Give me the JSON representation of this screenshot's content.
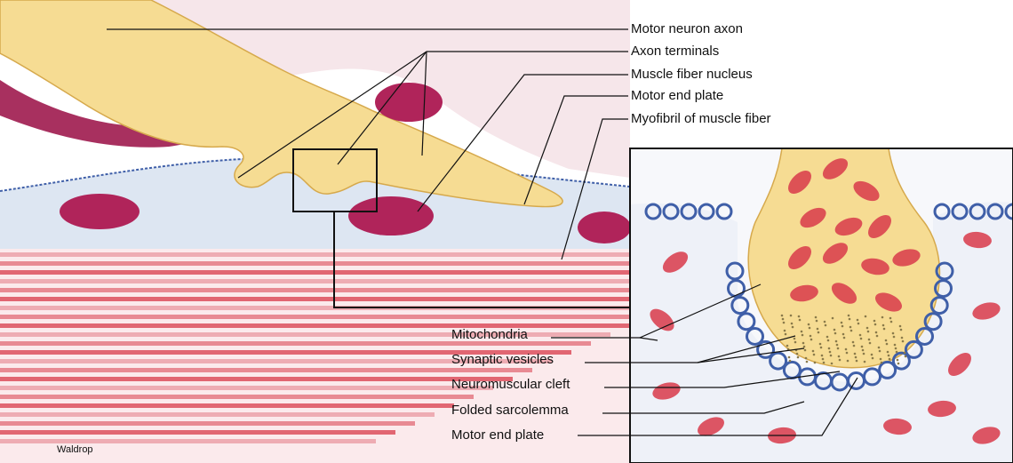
{
  "diagram": {
    "labels_top": {
      "motor_neuron_axon": "Motor neuron axon",
      "axon_terminals": "Axon terminals",
      "muscle_fiber_nucleus": "Muscle fiber nucleus",
      "motor_end_plate": "Motor end plate",
      "myofibril": "Myofibril of muscle fiber"
    },
    "labels_inset": {
      "mitochondria": "Mitochondria",
      "synaptic_vesicles": "Synaptic vesicles",
      "neuromuscular_cleft": "Neuromuscular cleft",
      "folded_sarcolemma": "Folded sarcolemma",
      "motor_end_plate": "Motor end plate"
    },
    "credit": "Waldrop",
    "colors": {
      "axon_yellow": "#f6dc93",
      "axon_outline": "#d6a94c",
      "sarcoplasm_blue": "#dde6f2",
      "membrane_blue": "#3f5fa8",
      "nucleus_magenta": "#b0245a",
      "myofibril_red": "#d83a4a",
      "leader_line": "#111111"
    }
  }
}
